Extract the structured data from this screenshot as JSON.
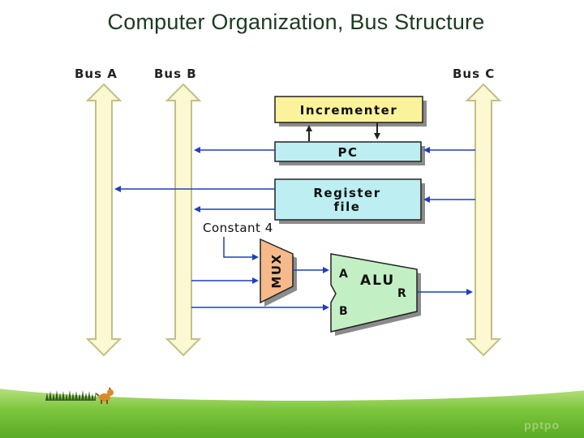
{
  "slide": {
    "title": "Computer Organization, Bus Structure"
  },
  "diagram": {
    "buses": [
      {
        "label": "Bus A"
      },
      {
        "label": "Bus B"
      },
      {
        "label": "Bus C"
      }
    ],
    "blocks": {
      "incrementer": "Incrementer",
      "pc": "PC",
      "register_file_line1": "Register",
      "register_file_line2": "file",
      "constant": "Constant 4",
      "mux": "MUX",
      "alu": "ALU",
      "alu_port_a": "A",
      "alu_port_b": "B",
      "alu_port_r": "R"
    },
    "colors": {
      "bus_fill": "#fbf8d2",
      "bus_stroke": "#c2bf86",
      "incrementer_fill": "#fbf29c",
      "pc_fill": "#bdeef1",
      "register_fill": "#bdeef1",
      "mux_fill": "#f5b98a",
      "alu_fill": "#c3efc4",
      "arrow_color": "#1f3fbf"
    }
  },
  "footer": {
    "watermark": "pptpo"
  }
}
